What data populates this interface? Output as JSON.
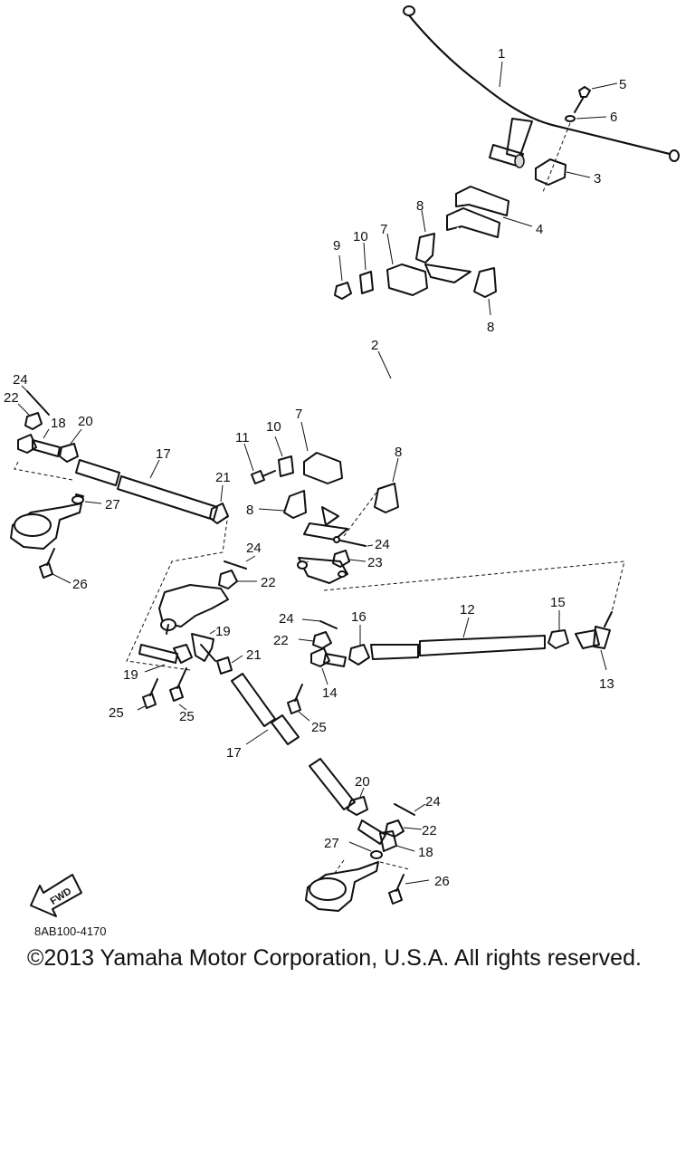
{
  "diagram": {
    "code": "8AB100-4170",
    "copyright": "©2013 Yamaha Motor Corporation, U.S.A. All rights reserved.",
    "fwd_label": "FWD",
    "callouts": {
      "c1": "1",
      "c2": "2",
      "c3": "3",
      "c4": "4",
      "c5": "5",
      "c6": "6",
      "c7a": "7",
      "c7b": "7",
      "c8a": "8",
      "c8b": "8",
      "c8c": "8",
      "c8d": "8",
      "c9": "9",
      "c10a": "10",
      "c10b": "10",
      "c11": "11",
      "c12": "12",
      "c13": "13",
      "c14": "14",
      "c15": "15",
      "c16": "16",
      "c17a": "17",
      "c17b": "17",
      "c18a": "18",
      "c18b": "18",
      "c19a": "19",
      "c19b": "19",
      "c20a": "20",
      "c20b": "20",
      "c21a": "21",
      "c21b": "21",
      "c22a": "22",
      "c22b": "22",
      "c22c": "22",
      "c22d": "22",
      "c23": "23",
      "c24a": "24",
      "c24b": "24",
      "c24c": "24",
      "c24d": "24",
      "c24e": "24",
      "c25a": "25",
      "c25b": "25",
      "c25c": "25",
      "c26a": "26",
      "c26b": "26",
      "c27a": "27",
      "c27b": "27"
    }
  }
}
